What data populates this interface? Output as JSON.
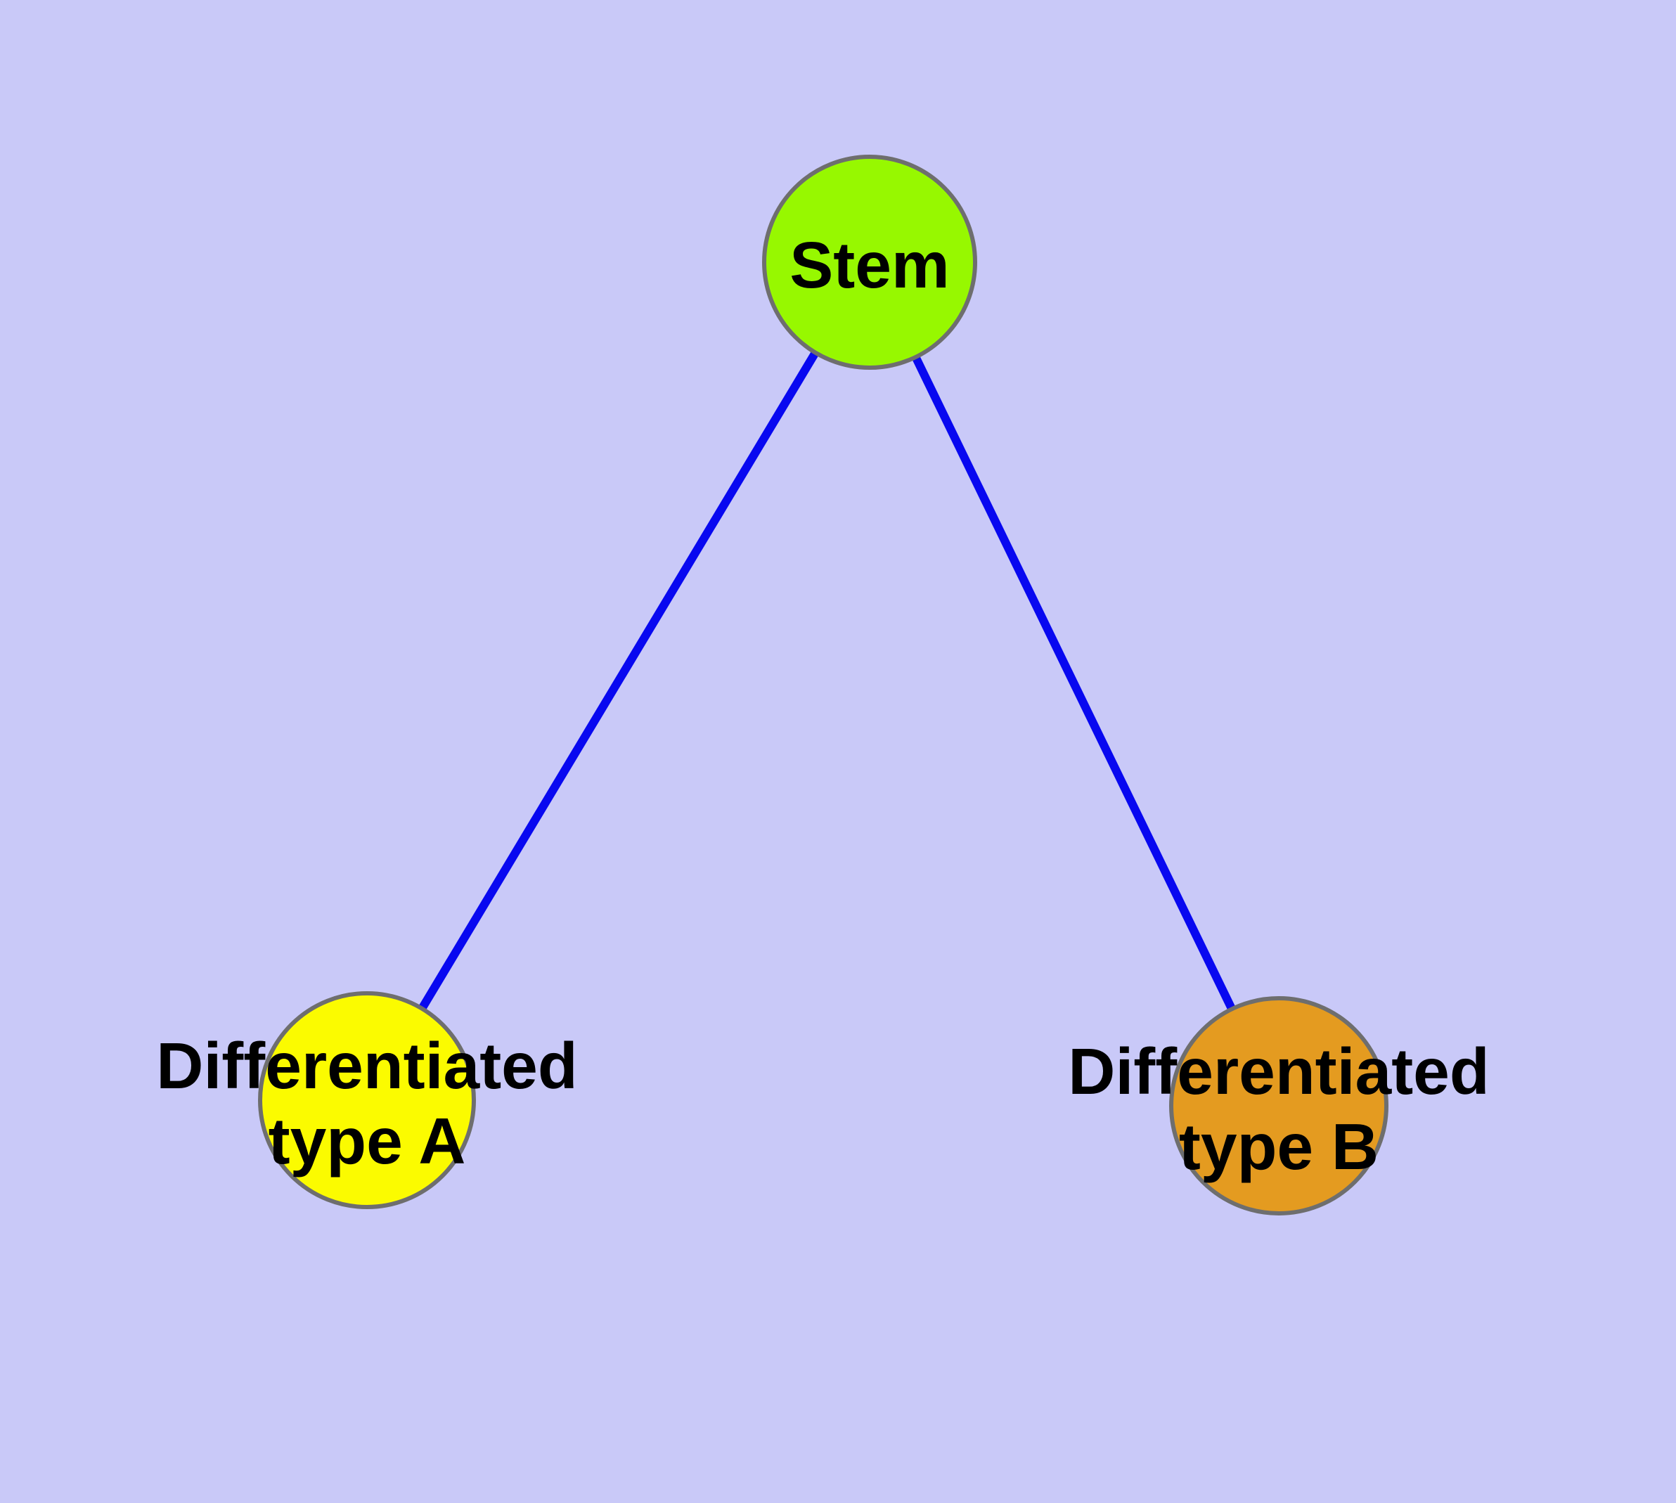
{
  "diagram": {
    "type": "graph",
    "background_color": "#c9c9f8",
    "edge_color": "#0808f0",
    "node_border_color": "#6e6e6e",
    "label_color": "#000000",
    "nodes": {
      "stem": {
        "label": "Stem",
        "fill": "#97f800"
      },
      "type_a": {
        "label_line1": "Differentiated",
        "label_line2": "type A",
        "fill": "#fbfb00"
      },
      "type_b": {
        "label_line1": "Differentiated",
        "label_line2": "type B",
        "fill": "#e49b20"
      }
    },
    "edges": [
      {
        "from": "Stem",
        "to": "Differentiated type A"
      },
      {
        "from": "Stem",
        "to": "Differentiated type B"
      }
    ]
  }
}
